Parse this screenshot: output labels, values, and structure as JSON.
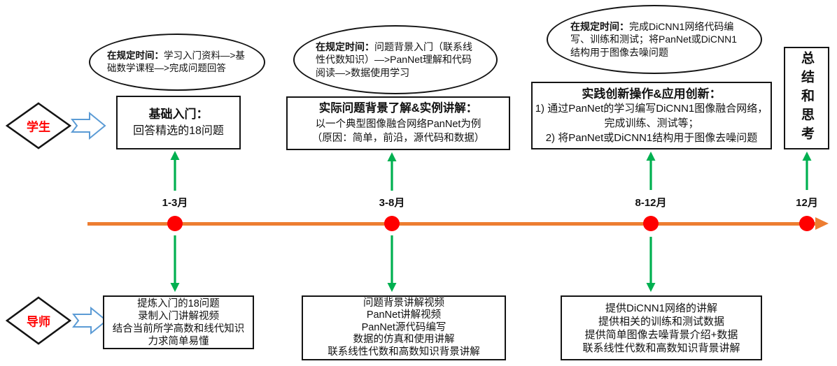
{
  "colors": {
    "timeline_orange": "#ED7D31",
    "milestone_dot_red": "#FF0000",
    "arrow_green": "#00B050",
    "block_arrow_blue": "#5B9BD5",
    "actor_text_red": "#FF0000",
    "outline_black": "#141414"
  },
  "actors": {
    "student": "学生",
    "mentor": "导师"
  },
  "months": [
    "1-3月",
    "3-8月",
    "8-12月",
    "12月"
  ],
  "phases": [
    {
      "ellipse_prefix": "在规定时间：",
      "ellipse_text": "学习入门资料—>基础数学课程—>完成问题回答",
      "student_title": "基础入门：",
      "student_lines": [
        "回答精选的18问题"
      ],
      "mentor_lines": [
        "提炼入门的18问题",
        "录制入门讲解视频",
        "结合当前所学高数和线代知识",
        "力求简单易懂"
      ]
    },
    {
      "ellipse_prefix": "在规定时间：",
      "ellipse_text": "问题背景入门（联系线性代数知识）—>PanNet理解和代码阅读—>数据使用学习",
      "student_title": "实际问题背景了解&实例讲解：",
      "student_lines": [
        "以一个典型图像融合网络PanNet为例",
        "（原因：简单，前沿，源代码和数据）"
      ],
      "mentor_lines": [
        "问题背景讲解视频",
        "PanNet讲解视频",
        "PanNet源代码编写",
        "数据的仿真和使用讲解",
        "联系线性代数和高数知识背景讲解"
      ]
    },
    {
      "ellipse_prefix": "在规定时间：",
      "ellipse_text": "完成DiCNN1网络代码编写、训练和测试；将PanNet或DiCNN1结构用于图像去噪问题",
      "student_title": "实践创新操作&应用创新：",
      "student_lines": [
        "1) 通过PanNet的学习编写DiCNN1图像融合网络，完成训练、测试等；",
        "2) 将PanNet或DiCNN1结构用于图像去噪问题"
      ],
      "mentor_lines": [
        "提供DiCNN1网络的讲解",
        "提供相关的训练和测试数据",
        "提供简单图像去噪背景介绍+数据",
        "联系线性代数和高数知识背景讲解"
      ]
    }
  ],
  "summary": "总结和思考"
}
